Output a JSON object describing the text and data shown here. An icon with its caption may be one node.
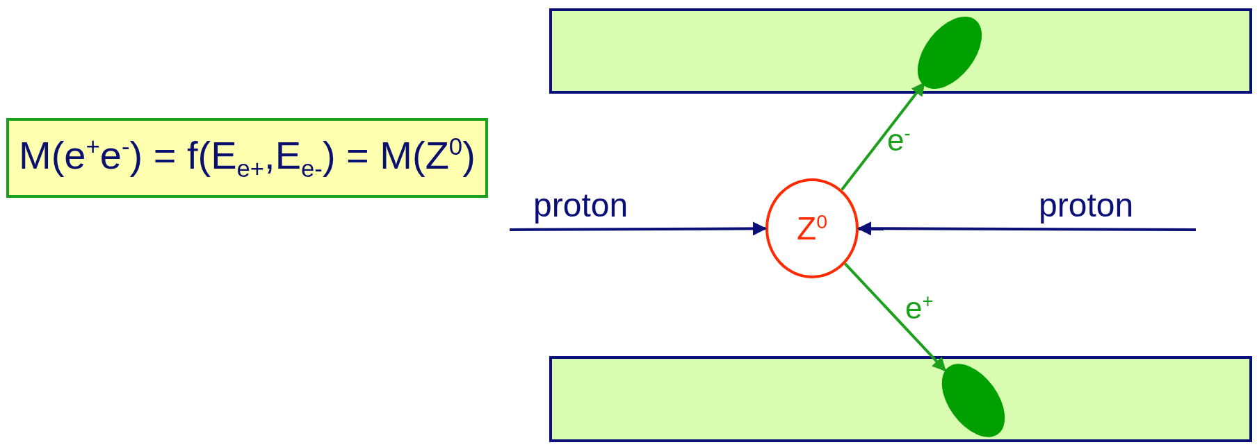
{
  "diagram": {
    "nodes": [
      {
        "text": [
          "M(e$^{+}$e$^{-}$) = f(E$_{e+}$,E$_{e-}$) = M(Z$^{0}$)"
        ]
      },
      {
        "text": [],
        "shape": "box"
      },
      {
        "text": [],
        "shape": "box"
      },
      {
        "text": [
          "Z$^{0}$"
        ]
      },
      {
        "text": [],
        "shape": "ellipse",
        "in": 1
      },
      {
        "text": [],
        "shape": "ellipse",
        "in": 2
      }
    ],
    "edges": [
      {
        "from": null,
        "to": 3,
        "arrow": "to",
        "color": "#0a1078"
      },
      {
        "from": null,
        "to": 3,
        "arrow": "to",
        "color": "#0a1078"
      },
      {
        "from": 3,
        "to": 4,
        "arrow": "to",
        "label": "e$^{-}$",
        "color": "#1aa01a"
      },
      {
        "from": 3,
        "to": 5,
        "arrow": "to",
        "label": "e$^{+}$",
        "color": "#1aa01a"
      }
    ],
    "labels": [
      "proton",
      "proton"
    ]
  }
}
